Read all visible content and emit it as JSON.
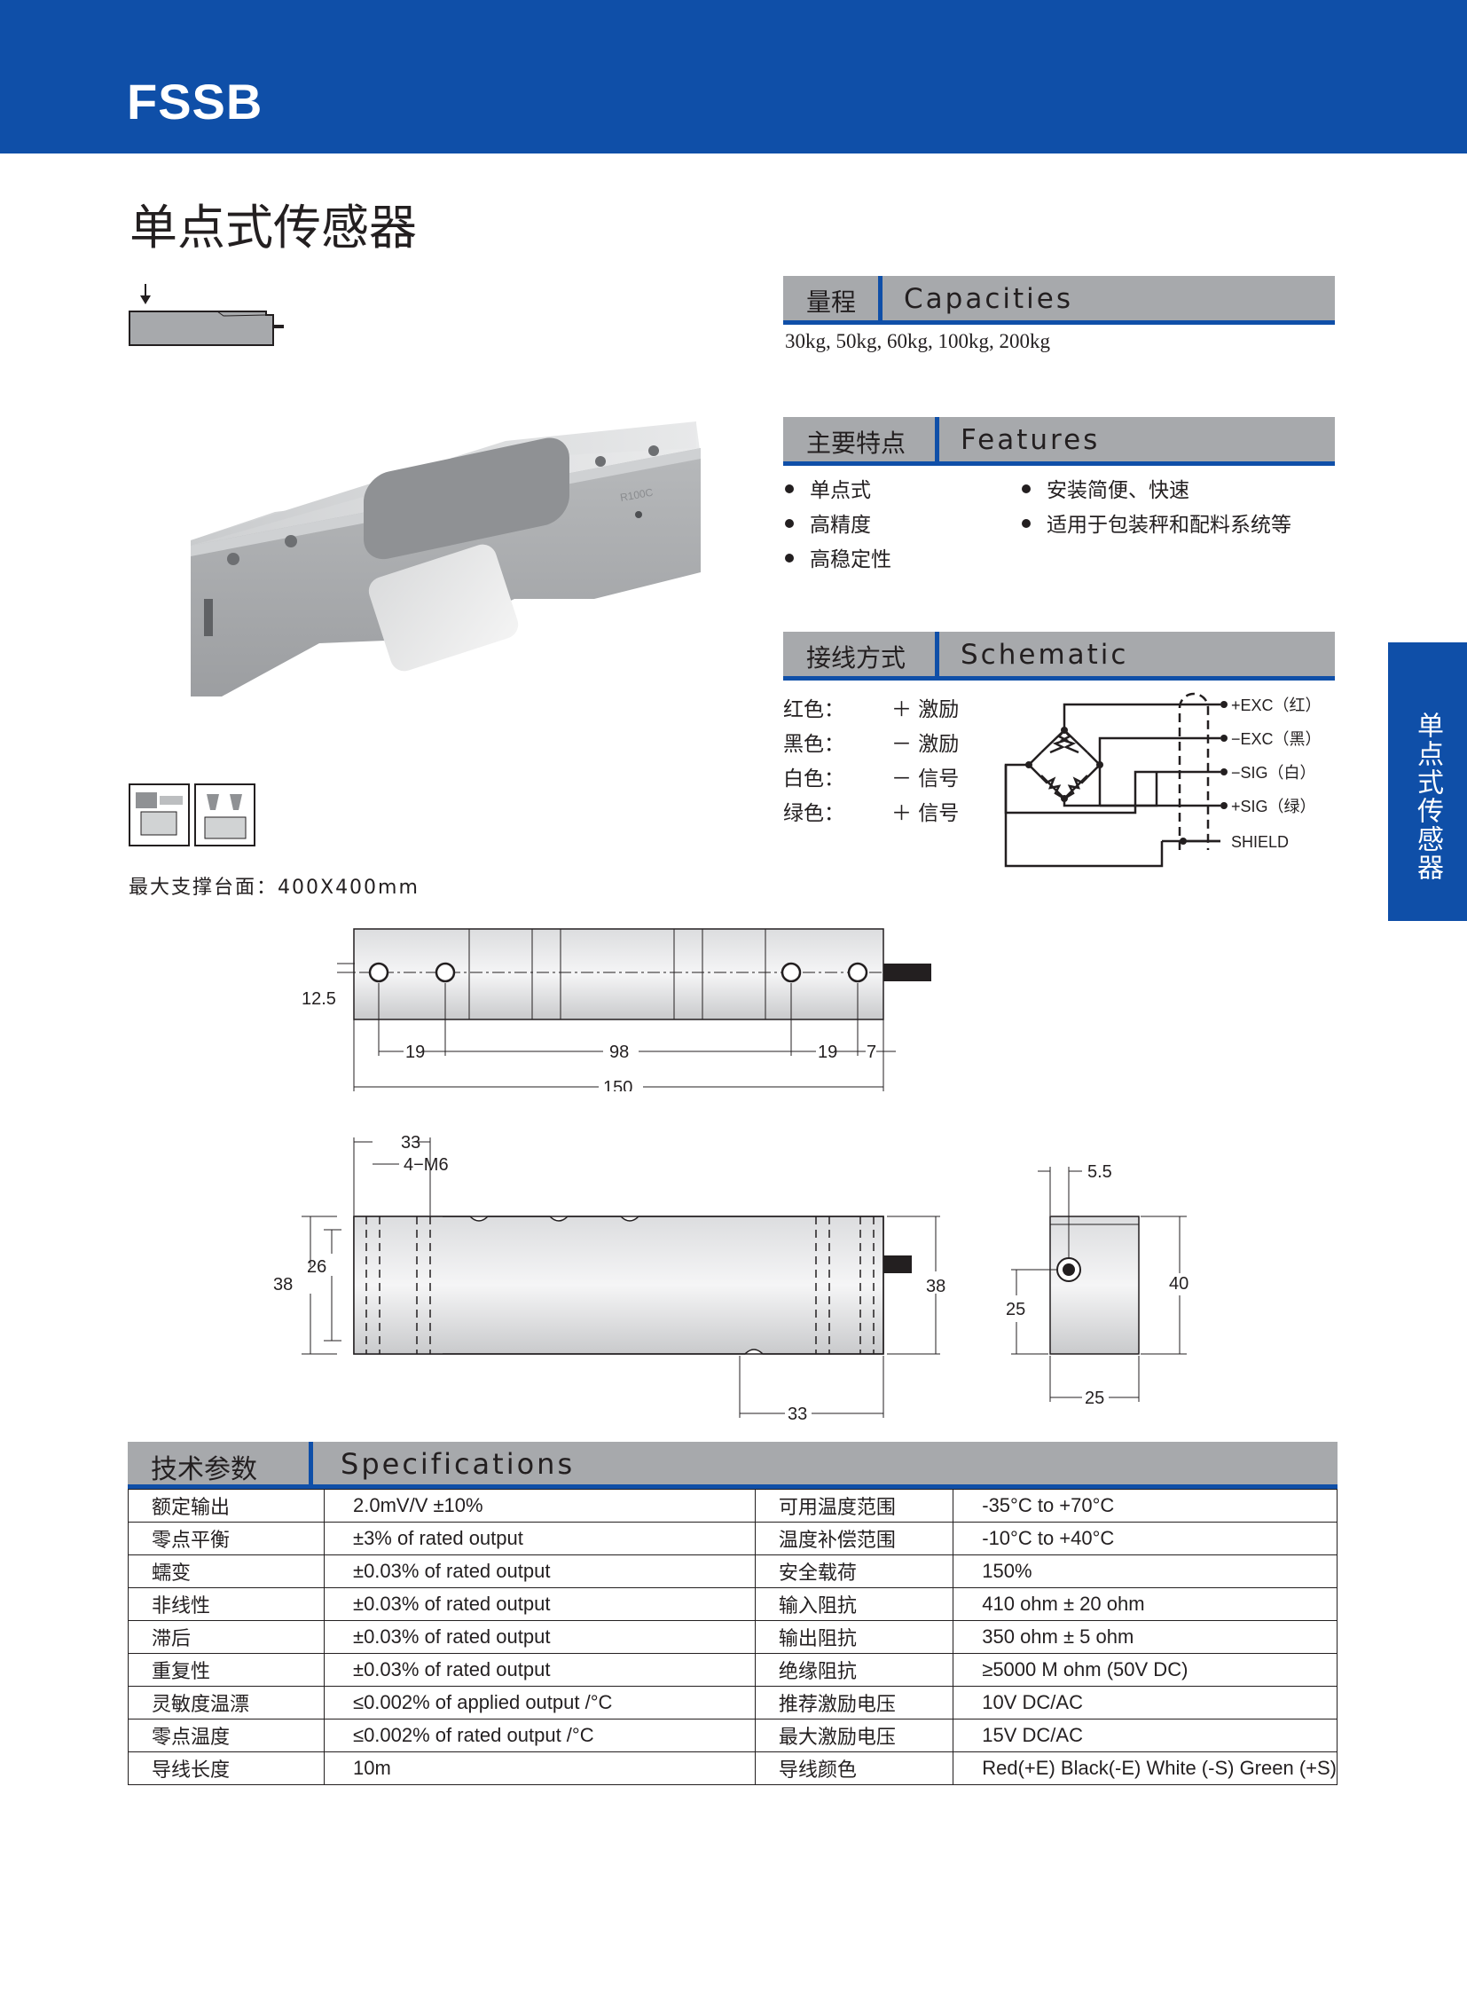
{
  "header": {
    "model": "FSSB"
  },
  "page_title": "单点式传感器",
  "side_tab": "单点式传感器",
  "capacities": {
    "cn": "量程",
    "en": "Capacities",
    "value": "30kg, 50kg, 60kg, 100kg, 200kg"
  },
  "features": {
    "cn": "主要特点",
    "en": "Features",
    "items": [
      "单点式",
      "高精度",
      "高稳定性",
      "安装简便、快速",
      "适用于包装秤和配料系统等"
    ]
  },
  "schematic": {
    "cn": "接线方式",
    "en": "Schematic",
    "wires": [
      {
        "color": "红色：",
        "fn": "＋ 激励"
      },
      {
        "color": "黑色：",
        "fn": "－ 激励"
      },
      {
        "color": "白色：",
        "fn": "－ 信号"
      },
      {
        "color": "绿色：",
        "fn": "＋ 信号"
      }
    ],
    "terminals": [
      "+EXC（红）",
      "−EXC（黑）",
      "−SIG（白）",
      "+SIG（绿）",
      "SHIELD"
    ]
  },
  "platform_note": "最大支撑台面：400X400mm",
  "product_marking": "R100C",
  "dimensions": {
    "d12_5": "12.5",
    "d19a": "19",
    "d98": "98",
    "d19b": "19",
    "d7": "7",
    "d150": "150",
    "d33a": "33",
    "m6": "4−M6",
    "d26": "26",
    "d38a": "38",
    "d38b": "38",
    "d33b": "33",
    "d5_5": "5.5",
    "d25a": "25",
    "d40": "40",
    "d25b": "25"
  },
  "specs": {
    "cn": "技术参数",
    "en": "Specifications",
    "rows": [
      [
        "额定输出",
        "2.0mV/V ±10%",
        "可用温度范围",
        "-35°C to +70°C"
      ],
      [
        "零点平衡",
        "±3% of rated output",
        "温度补偿范围",
        "-10°C to +40°C"
      ],
      [
        "蠕变",
        "±0.03% of rated output",
        "安全载荷",
        "150%"
      ],
      [
        "非线性",
        "±0.03% of rated output",
        "输入阻抗",
        "410 ohm ± 20 ohm"
      ],
      [
        "滞后",
        "±0.03% of rated output",
        "输出阻抗",
        "350 ohm ± 5 ohm"
      ],
      [
        "重复性",
        "±0.03% of rated output",
        "绝缘阻抗",
        "≥5000 M ohm  (50V DC)"
      ],
      [
        "灵敏度温漂",
        "≤0.002% of applied output /°C",
        "推荐激励电压",
        "10V DC/AC"
      ],
      [
        "零点温度",
        "≤0.002% of rated output /°C",
        "最大激励电压",
        "15V DC/AC"
      ],
      [
        "导线长度",
        "10m",
        "导线颜色",
        "Red(+E)   Black(-E)   White (-S)   Green (+S)"
      ]
    ]
  },
  "colors": {
    "brand_blue": "#0f4fa8",
    "section_gray": "#a7a9ac"
  }
}
